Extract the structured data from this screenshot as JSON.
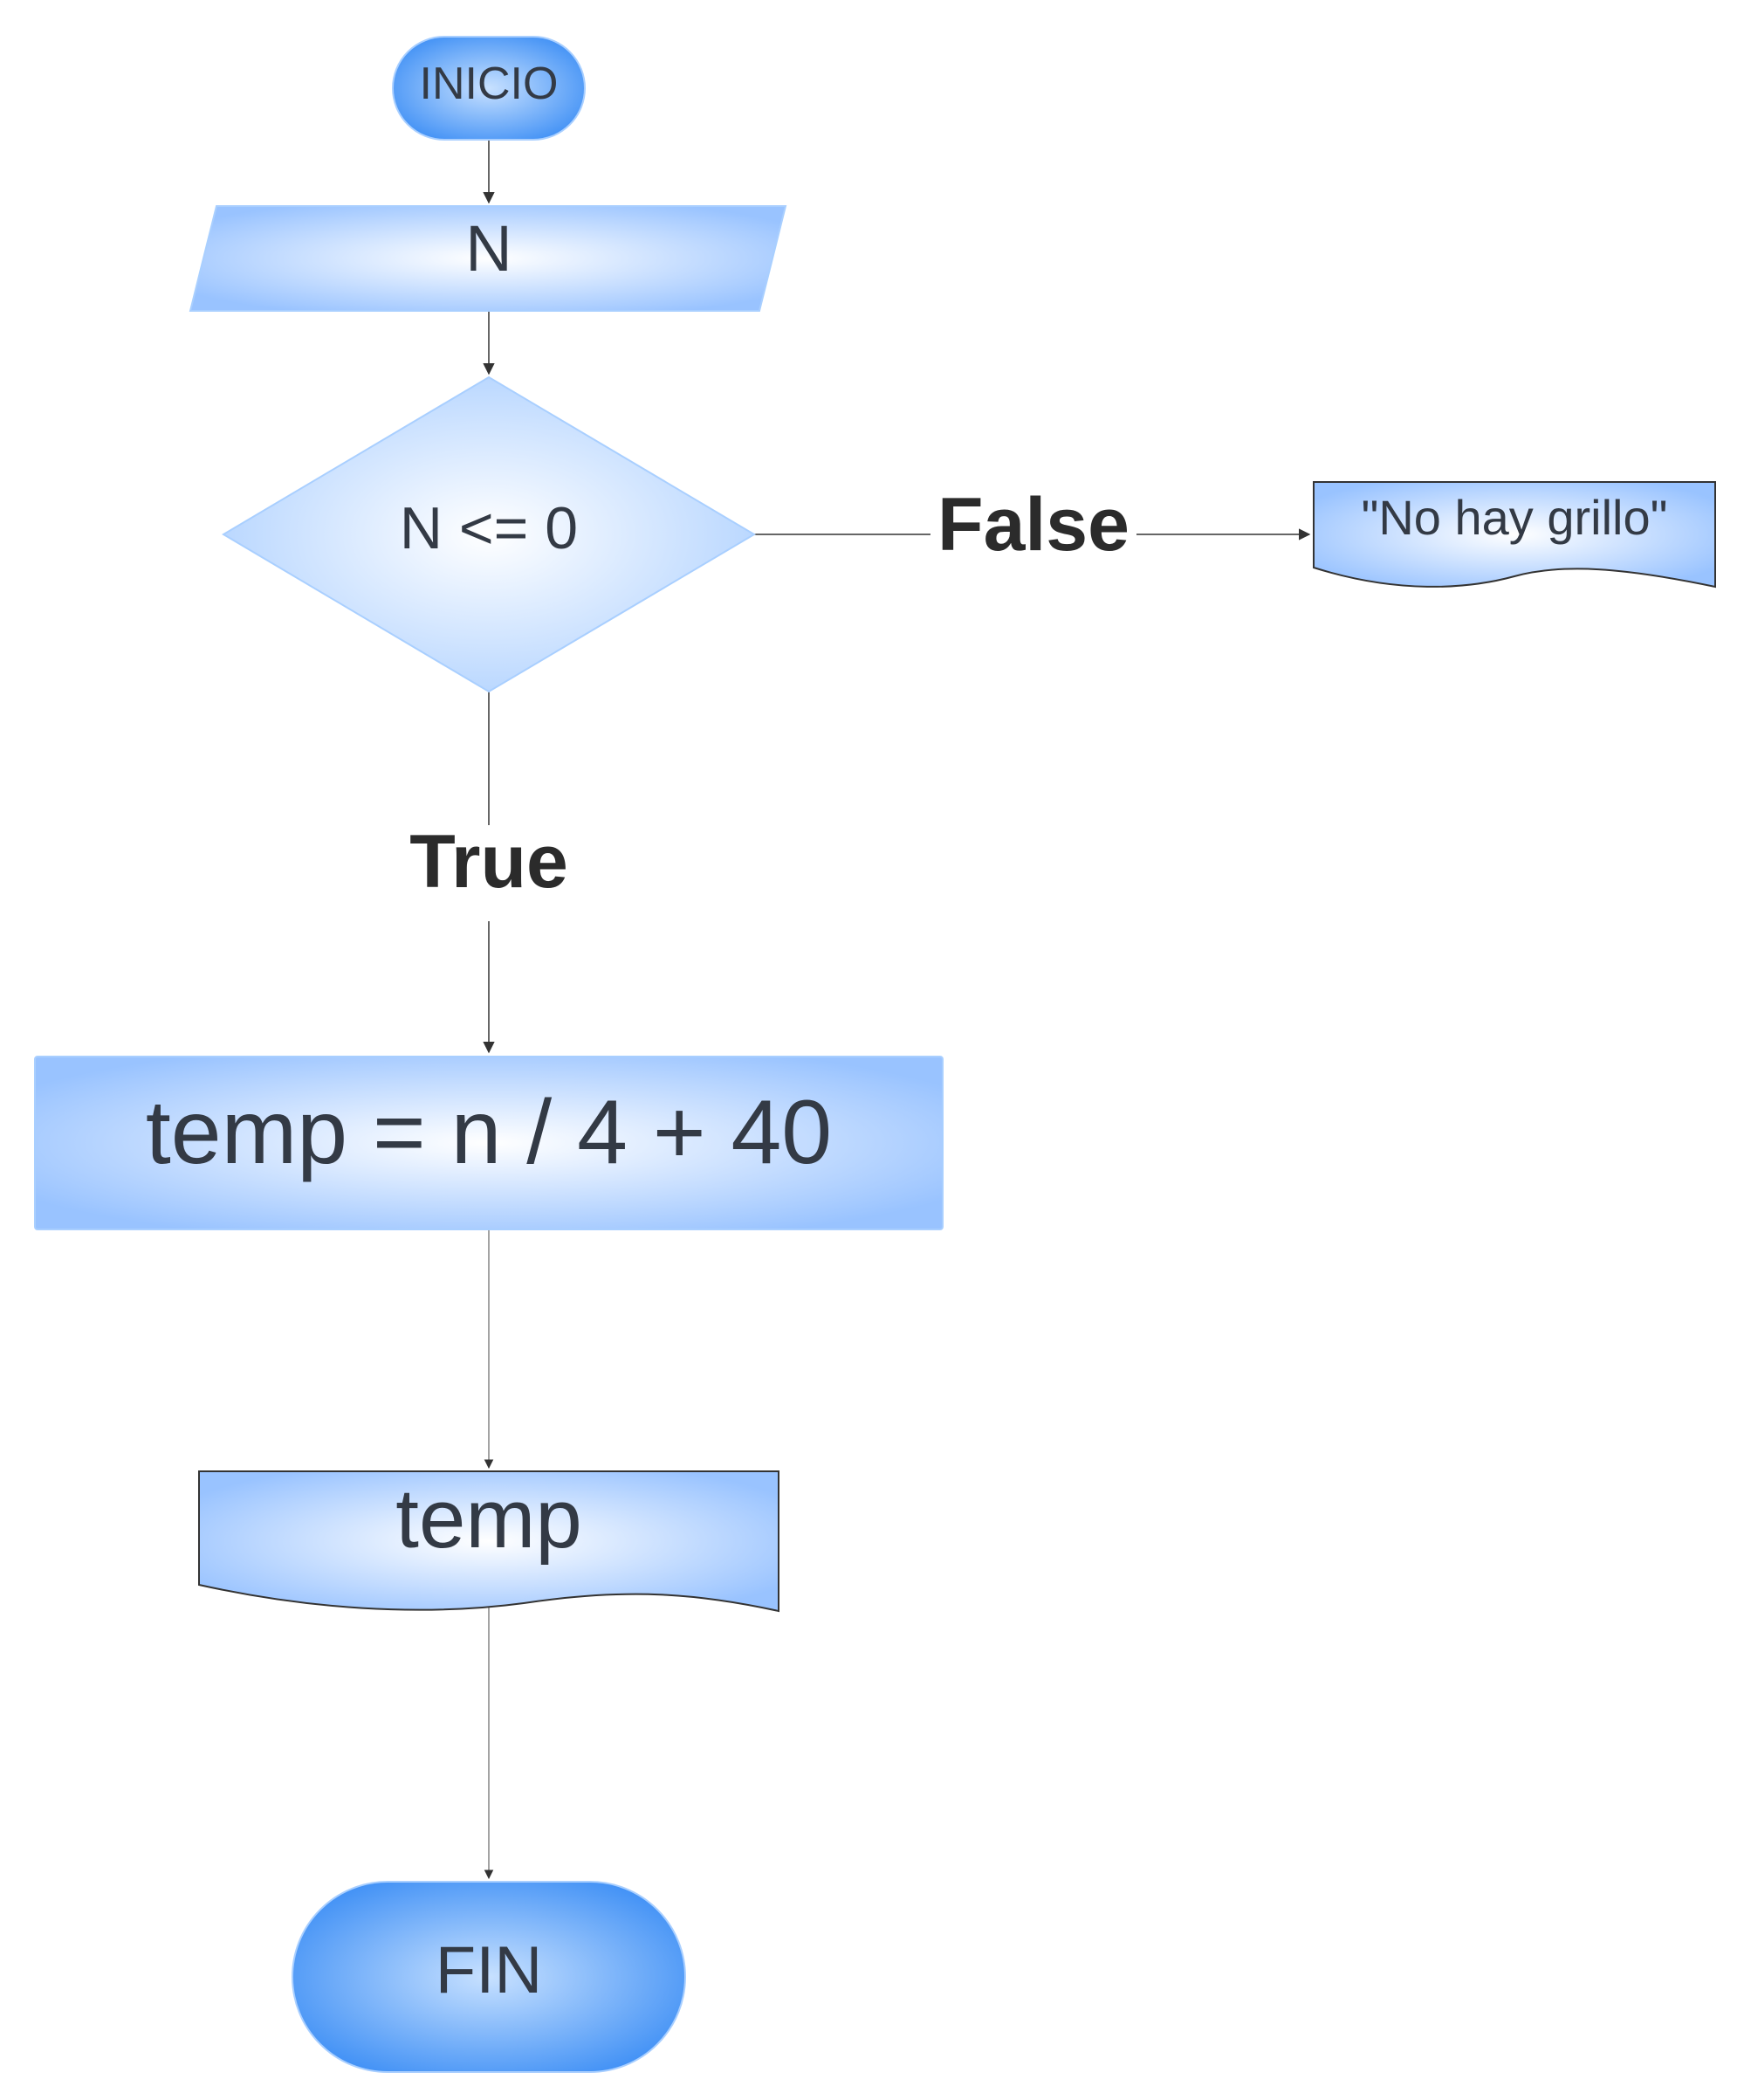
{
  "diagram": {
    "type": "flowchart",
    "nodes": [
      {
        "id": "inicio",
        "shape": "terminator",
        "label": "INICIO"
      },
      {
        "id": "input_n",
        "shape": "parallelogram",
        "label": "N"
      },
      {
        "id": "decision",
        "shape": "diamond",
        "label": "N <= 0"
      },
      {
        "id": "no_grillo",
        "shape": "document",
        "label": "\"No hay grillo\""
      },
      {
        "id": "process",
        "shape": "rectangle",
        "label": "temp = n / 4 + 40"
      },
      {
        "id": "output_temp",
        "shape": "document",
        "label": "temp"
      },
      {
        "id": "fin",
        "shape": "terminator",
        "label": "FIN"
      }
    ],
    "edges": [
      {
        "from": "inicio",
        "to": "input_n",
        "label": ""
      },
      {
        "from": "input_n",
        "to": "decision",
        "label": ""
      },
      {
        "from": "decision",
        "to": "no_grillo",
        "label": "False"
      },
      {
        "from": "decision",
        "to": "process",
        "label": "True"
      },
      {
        "from": "process",
        "to": "output_temp",
        "label": ""
      },
      {
        "from": "output_temp",
        "to": "fin",
        "label": ""
      }
    ]
  },
  "colors": {
    "fill_light": "#f2f8ff",
    "fill_mid": "#a9cfff",
    "fill_dark": "#3e8ff5",
    "stroke": "#a9cfff",
    "text": "#333a45",
    "line": "#333333"
  }
}
